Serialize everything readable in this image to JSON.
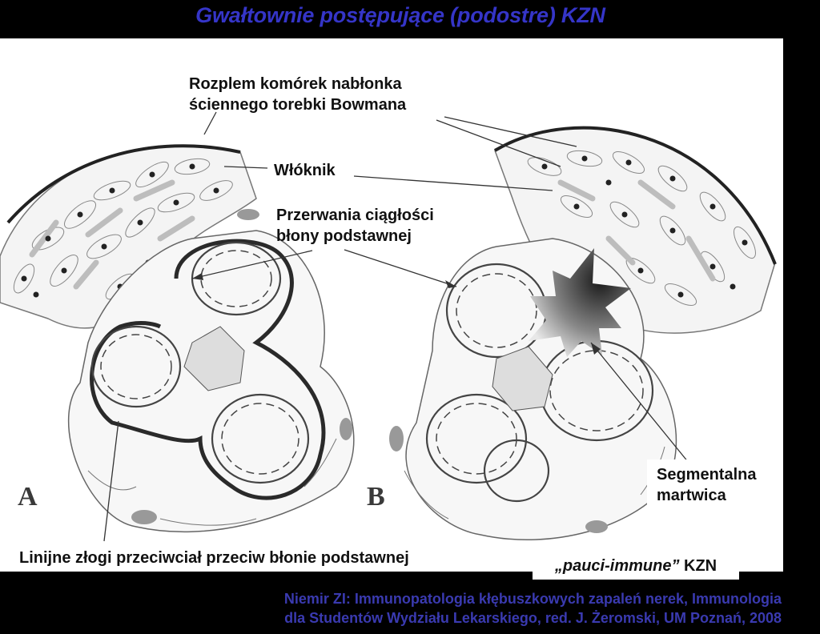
{
  "title": "Gwałtownie postępujące (podostre) KZN",
  "labels": {
    "rozplem_line1": "Rozplem komórek nabłonka",
    "rozplem_line2": "ściennego torebki Bowmana",
    "wloknik": "Włóknik",
    "przerwania_line1": "Przerwania ciągłości",
    "przerwania_line2": "błony podstawnej",
    "segmentalna_line1": "Segmentalna",
    "segmentalna_line2": "martwica",
    "linijne": "Linijne złogi przeciwciał przeciw błonie podstawnej",
    "panel_a": "A",
    "panel_b": "B",
    "pauci_italic": "„pauci-immune”",
    "pauci_rest": " KZN"
  },
  "citation": {
    "line1": "Niemir ZI: Immunopatologia kłębuszkowych zapaleń nerek, Immunologia",
    "line2": "dla Studentów Wydziału Lekarskiego, red. J. Żeromski, UM Poznań, 2008"
  },
  "colors": {
    "title": "#3535c8",
    "citation": "#3a3ab0",
    "background": "#000000",
    "panel": "#ffffff"
  }
}
